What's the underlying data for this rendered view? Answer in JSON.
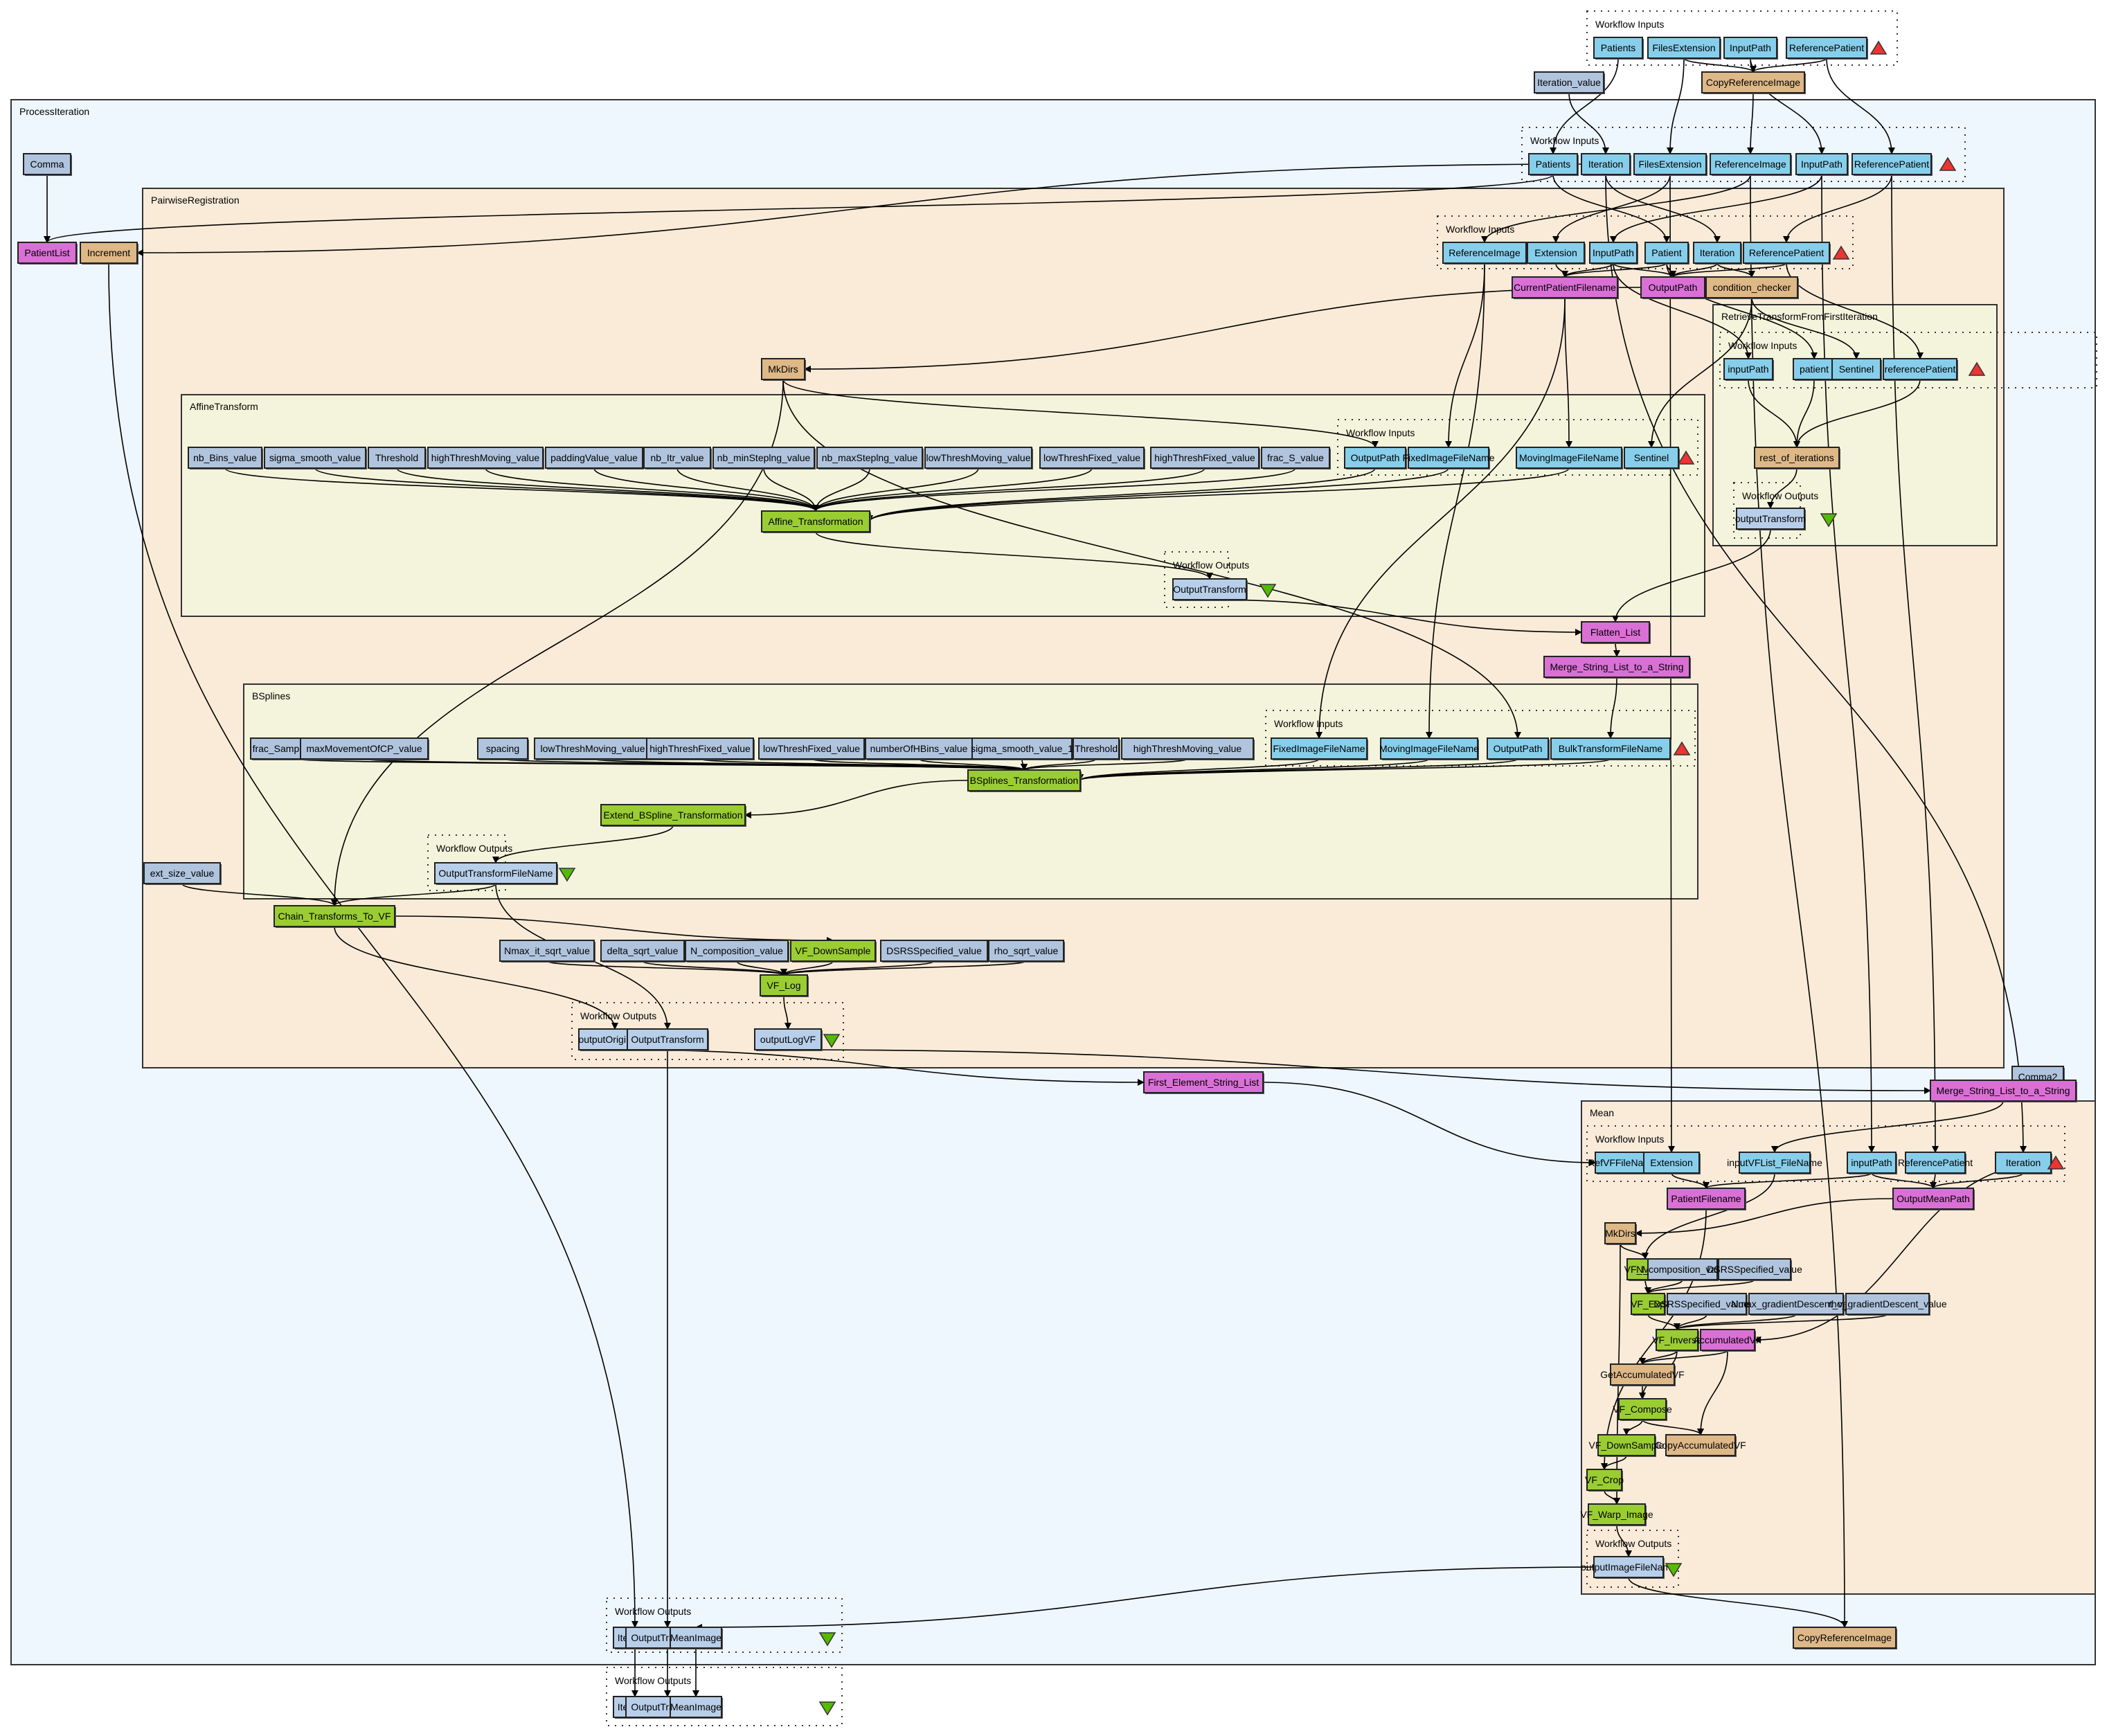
{
  "colors": {
    "input": "#87ceeb",
    "output": "#b8cfea",
    "constant": "#b0c4de",
    "beanshell": "#da70d6",
    "localworker": "#deb887",
    "service": "#9acd32",
    "clusterOuter": "#eef6fe",
    "clusterPairwise": "#f9ebd8",
    "clusterInner": "#f4f4dc",
    "inputTriangle": "#ee3333",
    "outputTriangle": "#55bb00"
  },
  "labels": {
    "workflow_inputs": "Workflow Inputs",
    "workflow_outputs": "Workflow Outputs"
  },
  "clusters": {
    "process_iteration": "ProcessIteration",
    "pairwise_registration": "PairwiseRegistration",
    "affine_transform": "AffineTransform",
    "bsplines": "BSplines",
    "retrieve_transform": "RetrieveTransformFromFirstIteration",
    "mean": "Mean"
  },
  "top_inputs": [
    "Patients",
    "FilesExtension",
    "InputPath",
    "ReferencePatient"
  ],
  "top_level": {
    "iteration_value": "Iteration_value",
    "copy_reference_image": "CopyReferenceImage"
  },
  "process_inputs": [
    "Patients",
    "Iteration",
    "FilesExtension",
    "ReferenceImage",
    "InputPath",
    "ReferencePatient"
  ],
  "process_nodes": {
    "comma": "Comma",
    "patient_list": "PatientList",
    "increment": "Increment",
    "comma2": "Comma2",
    "merge_string_list": "Merge_String_List_to_a_String",
    "first_element": "First_Element_String_List",
    "copy_reference_image": "CopyReferenceImage"
  },
  "pairwise_inputs": [
    "ReferenceImage",
    "Extension",
    "InputPath",
    "Patient",
    "Iteration",
    "ReferencePatient"
  ],
  "pairwise_nodes": {
    "current_patient_filename": "CurrentPatientFilename",
    "output_path": "OutputPath",
    "condition_checker": "condition_checker",
    "mkdirs": "MkDirs",
    "flatten_list": "Flatten_List",
    "merge_string_list": "Merge_String_List_to_a_String",
    "ext_size_value": "ext_size_value",
    "chain_transforms": "Chain_Transforms_To_VF",
    "vf_log": "VF_Log",
    "vf_downsample": "VF_DownSample"
  },
  "pairwise_log_constants": [
    "Nmax_it_sqrt_value",
    "delta_sqrt_value",
    "N_composition_value",
    "DSRSSpecified_value",
    "rho_sqrt_value"
  ],
  "pairwise_outputs": [
    "outputOriginalVF",
    "OutputTransform",
    "outputLogVF"
  ],
  "affine": {
    "constants": [
      "nb_Bins_value",
      "sigma_smooth_value",
      "Threshold",
      "highThreshMoving_value",
      "paddingValue_value",
      "nb_Itr_value",
      "nb_minSteplng_value",
      "nb_maxSteplng_value",
      "lowThreshMoving_value",
      "lowThreshFixed_value",
      "highThreshFixed_value",
      "frac_S_value"
    ],
    "inputs": [
      "OutputPath",
      "FixedImageFileName",
      "MovingImageFileName",
      "Sentinel"
    ],
    "transformation": "Affine_Transformation",
    "outputs": [
      "OutputTransform"
    ]
  },
  "retrieve": {
    "inputs": [
      "inputPath",
      "patient",
      "Sentinel",
      "referencePatient"
    ],
    "rest_of_iterations": "rest_of_iterations",
    "outputs": [
      "outputTransform"
    ]
  },
  "bsplines": {
    "constants": [
      "frac_Samples_value",
      "maxMovementOfCP_value",
      "spacing",
      "lowThreshMoving_value",
      "highThreshFixed_value",
      "lowThreshFixed_value",
      "numberOfHBins_value",
      "sigma_smooth_value_1",
      "Threshold",
      "highThreshMoving_value"
    ],
    "inputs": [
      "FixedImageFileName",
      "MovingImageFileName",
      "OutputPath",
      "BulkTransformFileName"
    ],
    "transformation": "BSplines_Transformation",
    "extend": "Extend_BSpline_Transformation",
    "outputs": [
      "OutputTransformFileName"
    ]
  },
  "mean": {
    "inputs": [
      "RefVFFileName",
      "Extension",
      "inputVFList_FileName",
      "inputPath",
      "ReferencePatient",
      "Iteration"
    ],
    "patient_filename": "PatientFilename",
    "output_mean_path": "OutputMeanPath",
    "mkdirs": "MkDirs",
    "vf_mean": "VF_Mean",
    "n_composition_value": "N_composition_value",
    "dsrs_specified_value": "DSRSSpecified_value",
    "vf_exp": "VF_Exp",
    "dsrs_specified_value_1": "DSRSSpecified_value_1",
    "nmax_gradient": "Nmax_gradientDescent_value",
    "rho_gradient": "rho_gradientDescent_value",
    "vf_inverse": "VF_Inverse",
    "accumulated_vf": "AccumulatedVF",
    "get_accumulated_vf": "GetAccumulatedVF",
    "vf_compose": "VF_Compose",
    "vf_downsample": "VF_DownSample",
    "copy_accumulated_vf": "CopyAccumulatedVF",
    "vf_crop": "VF_Crop",
    "vf_warp_image": "VF_Warp_Image",
    "outputs": [
      "outputImageFileName"
    ]
  },
  "process_outputs": [
    "Iteration",
    "OutputTransform",
    "MeanImage"
  ],
  "final_outputs": [
    "Iteration",
    "OutputTransform",
    "MeanImage"
  ]
}
